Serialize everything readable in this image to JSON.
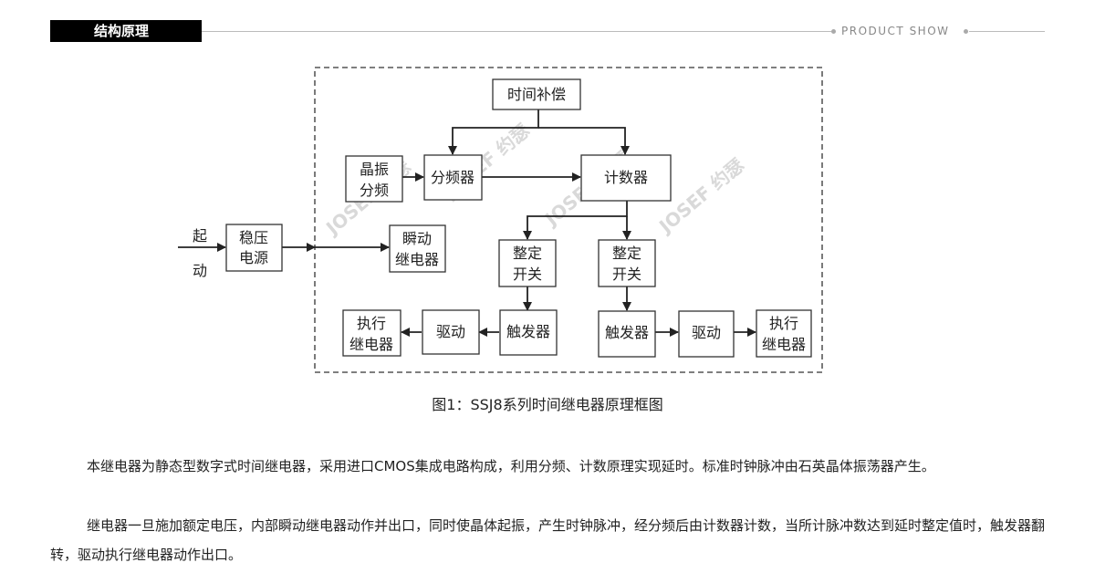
{
  "header": {
    "title": "结构原理",
    "tag": "PRODUCT SHOW"
  },
  "diagram": {
    "nodes": {
      "time_comp": "时间补偿",
      "crystal_l1": "晶振",
      "crystal_l2": "分频",
      "divider": "分频器",
      "counter": "计数器",
      "start_l1": "起",
      "start_l2": "动",
      "regulator_l1": "稳压",
      "regulator_l2": "电源",
      "instant_l1": "瞬动",
      "instant_l2": "继电器",
      "set_switch1_l1": "整定",
      "set_switch1_l2": "开关",
      "set_switch2_l1": "整定",
      "set_switch2_l2": "开关",
      "exec1_l1": "执行",
      "exec1_l2": "继电器",
      "drive1": "驱动",
      "trigger1": "触发器",
      "trigger2": "触发器",
      "drive2": "驱动",
      "exec2_l1": "执行",
      "exec2_l2": "继电器"
    },
    "watermark": "JOSEF 约瑟",
    "caption": "图1：SSJ8系列时间继电器原理框图"
  },
  "description": {
    "paragraph1": "本继电器为静态型数字式时间继电器，采用进口CMOS集成电路构成，利用分频、计数原理实现延时。标准时钟脉冲由石英晶体振荡器产生。",
    "paragraph2": "继电器一旦施加额定电压，内部瞬动继电器动作并出口，同时使晶体起振，产生时钟脉冲，经分频后由计数器计数，当所计脉冲数达到延时整定值时，触发器翻转，驱动执行继电器动作出口。"
  }
}
